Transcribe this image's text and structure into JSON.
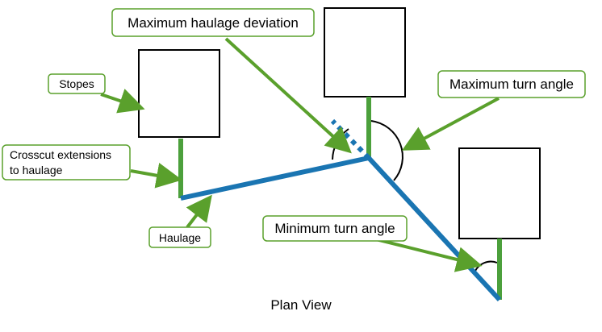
{
  "colors": {
    "haulage": "#1a75b2",
    "crosscut": "#4ca03c",
    "callout_border": "#5aa02c",
    "arrow": "#5aa02c",
    "stope_outline": "#000000"
  },
  "callouts": {
    "max_deviation": "Maximum haulage deviation",
    "max_turn": "Maximum turn angle",
    "stopes": "Stopes",
    "crosscut_line1": "Crosscut extensions",
    "crosscut_line2": "to haulage",
    "haulage": "Haulage",
    "min_turn": "Minimum turn angle"
  },
  "caption": "Plan View"
}
